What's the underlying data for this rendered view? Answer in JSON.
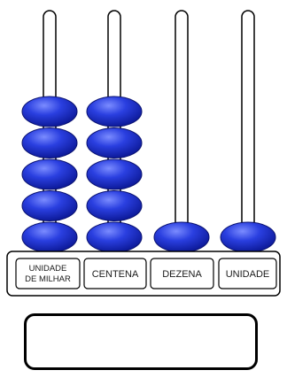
{
  "abacus": {
    "rods": [
      {
        "name": "thousands",
        "label_lines": [
          "UNIDADE",
          "DE MILHAR"
        ],
        "beads": 5
      },
      {
        "name": "hundreds",
        "label_lines": [
          "CENTENA"
        ],
        "beads": 5
      },
      {
        "name": "tens",
        "label_lines": [
          "DEZENA"
        ],
        "beads": 1
      },
      {
        "name": "units",
        "label_lines": [
          "UNIDADE"
        ],
        "beads": 1
      }
    ],
    "bead_color": "#1f35d6",
    "bead_highlight": "#6d82ff",
    "rod_color": "#ffffff",
    "outline_color": "#000000"
  },
  "answer_box": {
    "value": ""
  }
}
